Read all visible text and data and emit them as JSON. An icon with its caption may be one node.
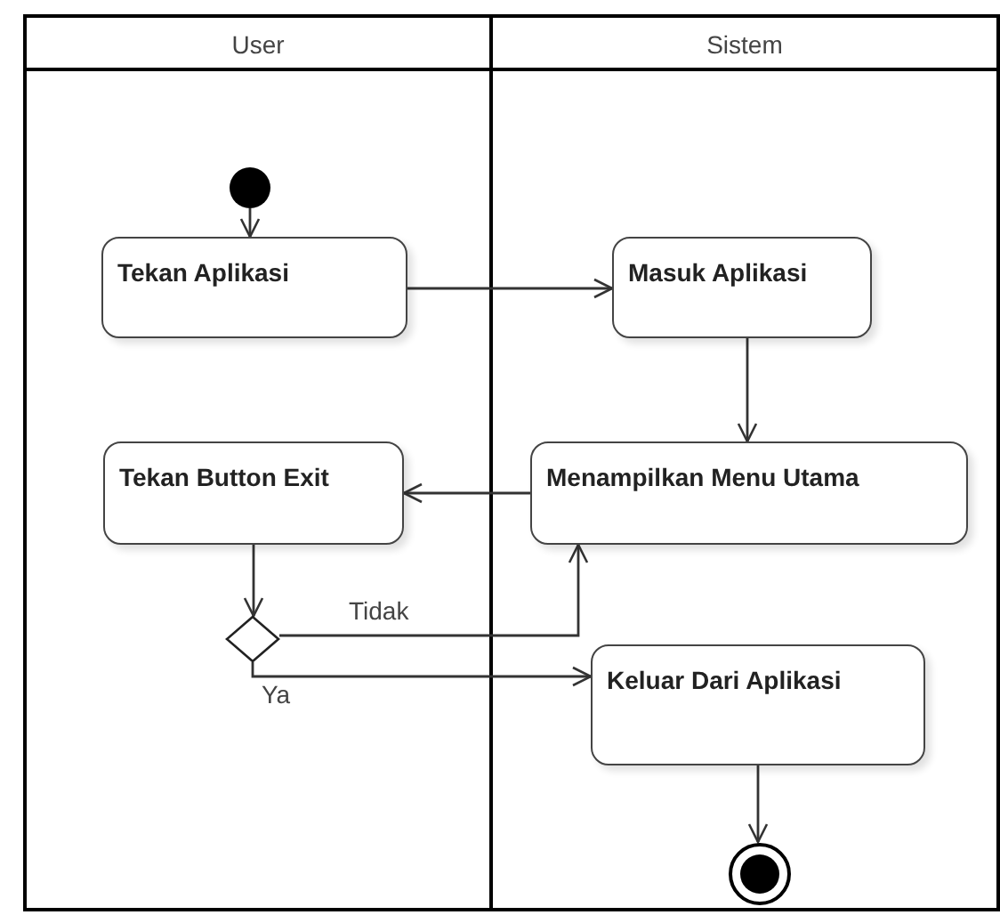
{
  "diagram": {
    "nodes": [
      {
        "text": [
          "User"
        ]
      },
      {
        "text": [
          "Sistem"
        ]
      },
      {
        "text": [],
        "shape": "circle",
        "in": 0
      },
      {
        "text": [
          "Tekan Aplikasi"
        ],
        "in": 0
      },
      {
        "text": [
          "Masuk Aplikasi"
        ],
        "in": 1
      },
      {
        "text": [
          "Menampilkan Menu Utama"
        ],
        "in": 1
      },
      {
        "text": [
          "Tekan Button Exit"
        ],
        "in": 0
      },
      {
        "text": [],
        "shape": "diamond",
        "in": 0
      },
      {
        "text": [
          "Keluar Dari Aplikasi"
        ],
        "in": 1
      },
      {
        "text": [],
        "shape": "circle",
        "in": 1
      }
    ],
    "edges": [
      {
        "from": 2,
        "to": 3,
        "arrow": "to"
      },
      {
        "from": 3,
        "to": 4,
        "arrow": "to"
      },
      {
        "from": 4,
        "to": 5,
        "arrow": "to"
      },
      {
        "from": 5,
        "to": 6,
        "arrow": "to"
      },
      {
        "from": 6,
        "to": 7,
        "arrow": "to"
      },
      {
        "from": 7,
        "to": 5,
        "arrow": "to",
        "label": "Tidak"
      },
      {
        "from": 7,
        "to": 8,
        "arrow": "to",
        "label": "Ya"
      },
      {
        "from": 8,
        "to": 9,
        "arrow": "to"
      }
    ]
  }
}
